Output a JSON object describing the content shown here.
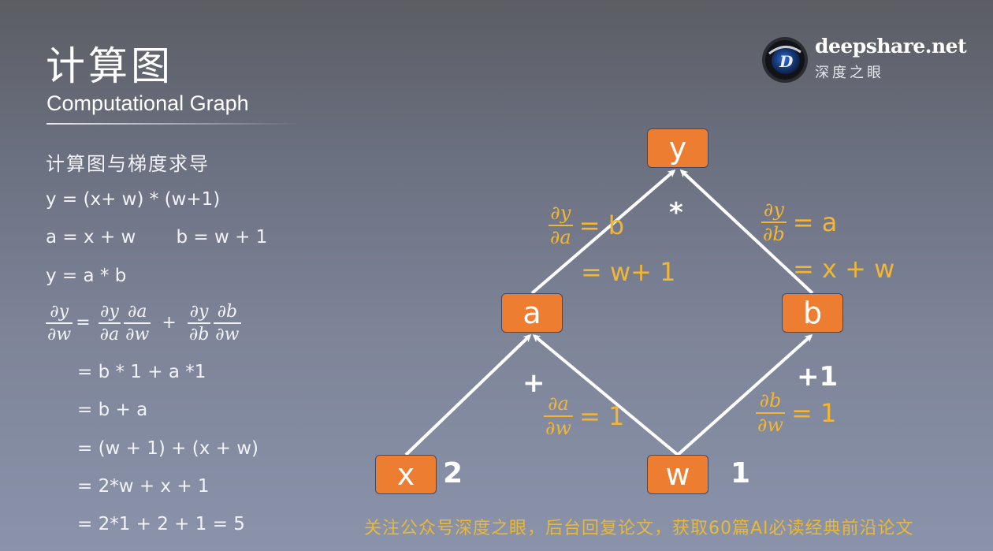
{
  "slide": {
    "title": "计算图",
    "subtitle": "Computational Graph"
  },
  "brand": {
    "name": "deepshare.net",
    "tagline": "深度之眼",
    "logo_letter": "D"
  },
  "formulas": {
    "heading": "计算图与梯度求导",
    "lines": [
      "y = (x+ w) * (w+1)",
      "a = x + w       b = w + 1",
      "y = a * b"
    ],
    "chain_rule": {
      "lhs_num": "∂y",
      "lhs_den": "∂w",
      "eq": "=",
      "t1_num": "∂y",
      "t1_den": "∂a",
      "t2_num": "∂a",
      "t2_den": "∂w",
      "plus": "+",
      "t3_num": "∂y",
      "t3_den": "∂b",
      "t4_num": "∂b",
      "t4_den": "∂w"
    },
    "steps": [
      "= b * 1 + a *1",
      "= b + a",
      "= (w + 1) + (x + w)",
      "= 2*w + x + 1",
      "= 2*1 + 2 + 1 = 5"
    ]
  },
  "graph": {
    "nodes": {
      "y": "y",
      "a": "a",
      "b": "b",
      "x": "x",
      "w": "w"
    },
    "ops": {
      "mul": "*",
      "add": "+",
      "add1": "+1"
    },
    "values": {
      "x": "2",
      "w": "1"
    },
    "gradients": {
      "dy_da": {
        "num": "∂y",
        "den": "∂a",
        "eq": "= b",
        "extra": "= w+ 1"
      },
      "dy_db": {
        "num": "∂y",
        "den": "∂b",
        "eq": "= a",
        "extra": "= x + w"
      },
      "da_dw": {
        "num": "∂a",
        "den": "∂w",
        "eq": "= 1"
      },
      "db_dw": {
        "num": "∂b",
        "den": "∂w",
        "eq": "= 1"
      }
    },
    "colors": {
      "node_fill": "#ed7d31",
      "gradient_text": "#f2b632",
      "edge": "#ffffff"
    }
  },
  "footer": "关注公众号深度之眼，后台回复论文，获取60篇AI必读经典前沿论文"
}
